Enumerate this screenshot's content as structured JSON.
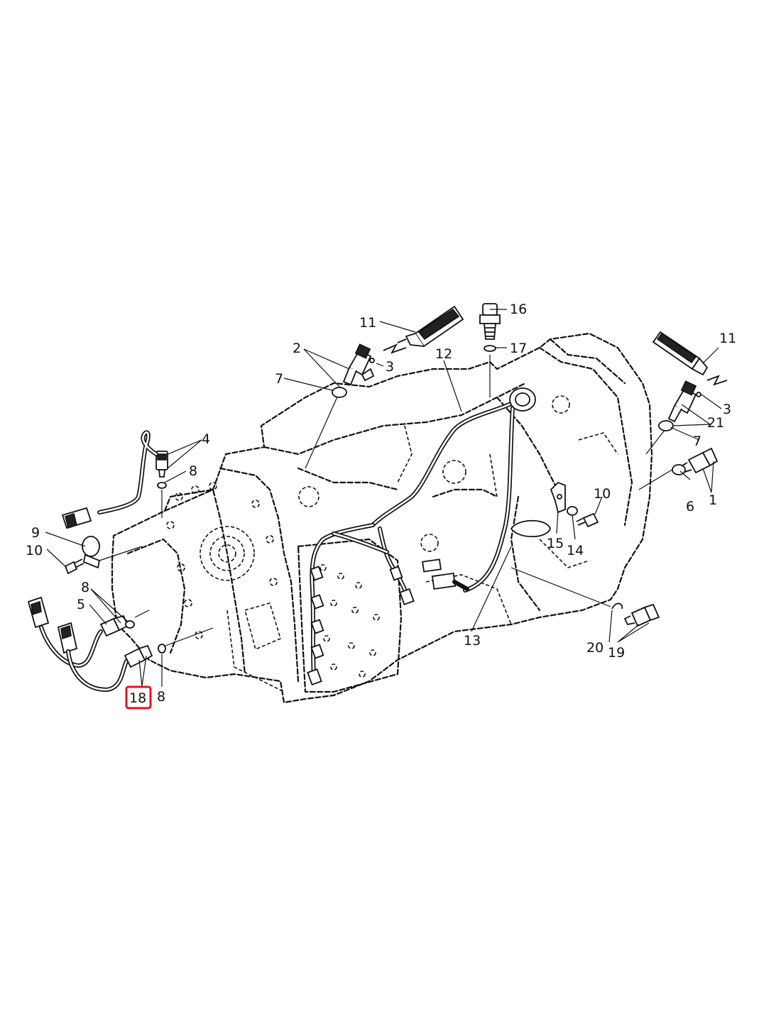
{
  "callouts": {
    "c1": "1",
    "c2": "2",
    "c3a": "3",
    "c3b": "3",
    "c4": "4",
    "c5": "5",
    "c6": "6",
    "c7a": "7",
    "c7b": "7",
    "c8a": "8",
    "c8b": "8",
    "c8c": "8",
    "c9": "9",
    "c10a": "10",
    "c10b": "10",
    "c11a": "11",
    "c11b": "11",
    "c12": "12",
    "c13": "13",
    "c14": "14",
    "c15": "15",
    "c16": "16",
    "c17": "17",
    "c18": "18",
    "c19": "19",
    "c20": "20",
    "c21": "21"
  },
  "highlight": {
    "part": "18",
    "color": "#e0161b"
  },
  "icons": [
    "sealant-tube-icon",
    "sensor-icon",
    "connector-icon",
    "wiring-harness-icon",
    "o-ring-icon",
    "bolt-icon",
    "clamp-icon",
    "bracket-icon",
    "transmission-housing-icon"
  ]
}
